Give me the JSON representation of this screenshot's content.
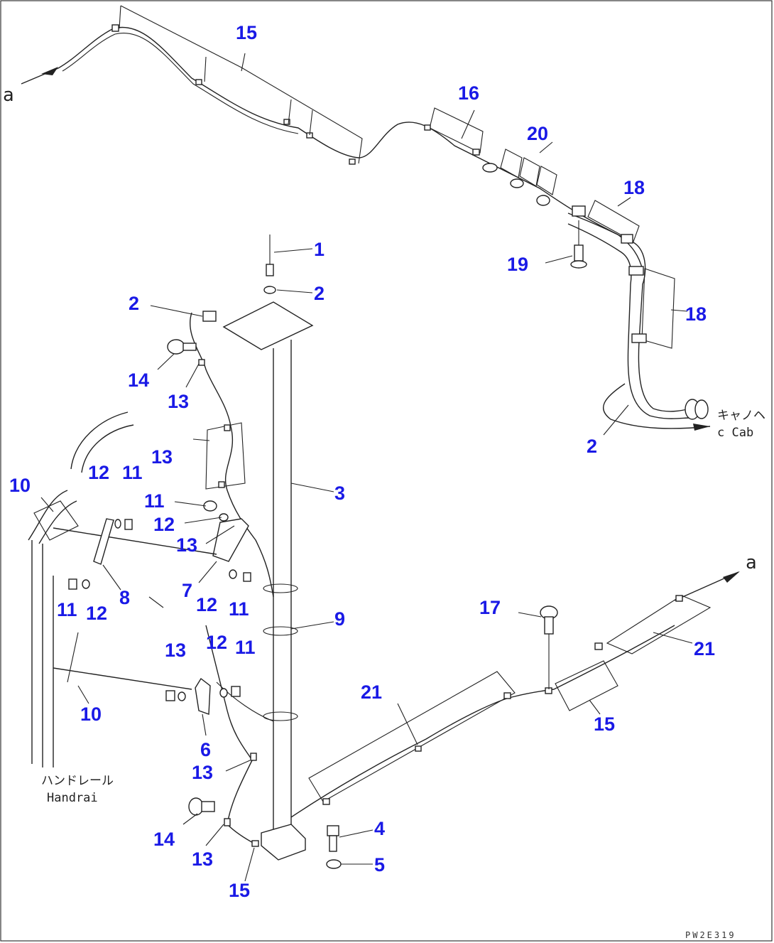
{
  "drawing": {
    "code": "PW2E319",
    "notes": {
      "a_left": "a",
      "a_right": "a",
      "to_cab_jp": "キャノヘ",
      "to_cab_en": "c Cab",
      "handrail_jp": "ハンドレール",
      "handrail_en": "Handrai"
    }
  },
  "callouts": {
    "c1": "1",
    "c2a": "2",
    "c2b": "2",
    "c2c": "2",
    "c3": "3",
    "c4": "4",
    "c5": "5",
    "c6": "6",
    "c7": "7",
    "c8": "8",
    "c9": "9",
    "c10a": "10",
    "c10b": "10",
    "c11a": "11",
    "c11b": "11",
    "c11c": "11",
    "c11d": "11",
    "c11e": "11",
    "c12a": "12",
    "c12b": "12",
    "c12c": "12",
    "c12d": "12",
    "c12e": "12",
    "c13a": "13",
    "c13b": "13",
    "c13c": "13",
    "c13d": "13",
    "c13e": "13",
    "c13f": "13",
    "c14a": "14",
    "c14b": "14",
    "c15a": "15",
    "c15b": "15",
    "c15c": "15",
    "c16": "16",
    "c17": "17",
    "c18a": "18",
    "c18b": "18",
    "c19": "19",
    "c20": "20",
    "c21a": "21",
    "c21b": "21"
  }
}
